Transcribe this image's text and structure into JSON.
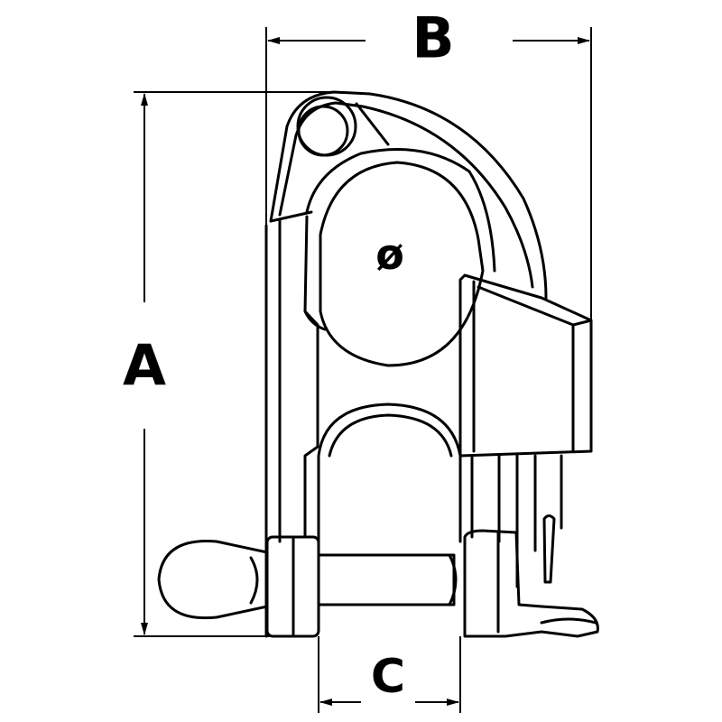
{
  "labels": {
    "height": "A",
    "width": "B",
    "opening": "C",
    "diameter": "ø"
  },
  "colors": {
    "line": "#000000",
    "background": "#ffffff"
  }
}
